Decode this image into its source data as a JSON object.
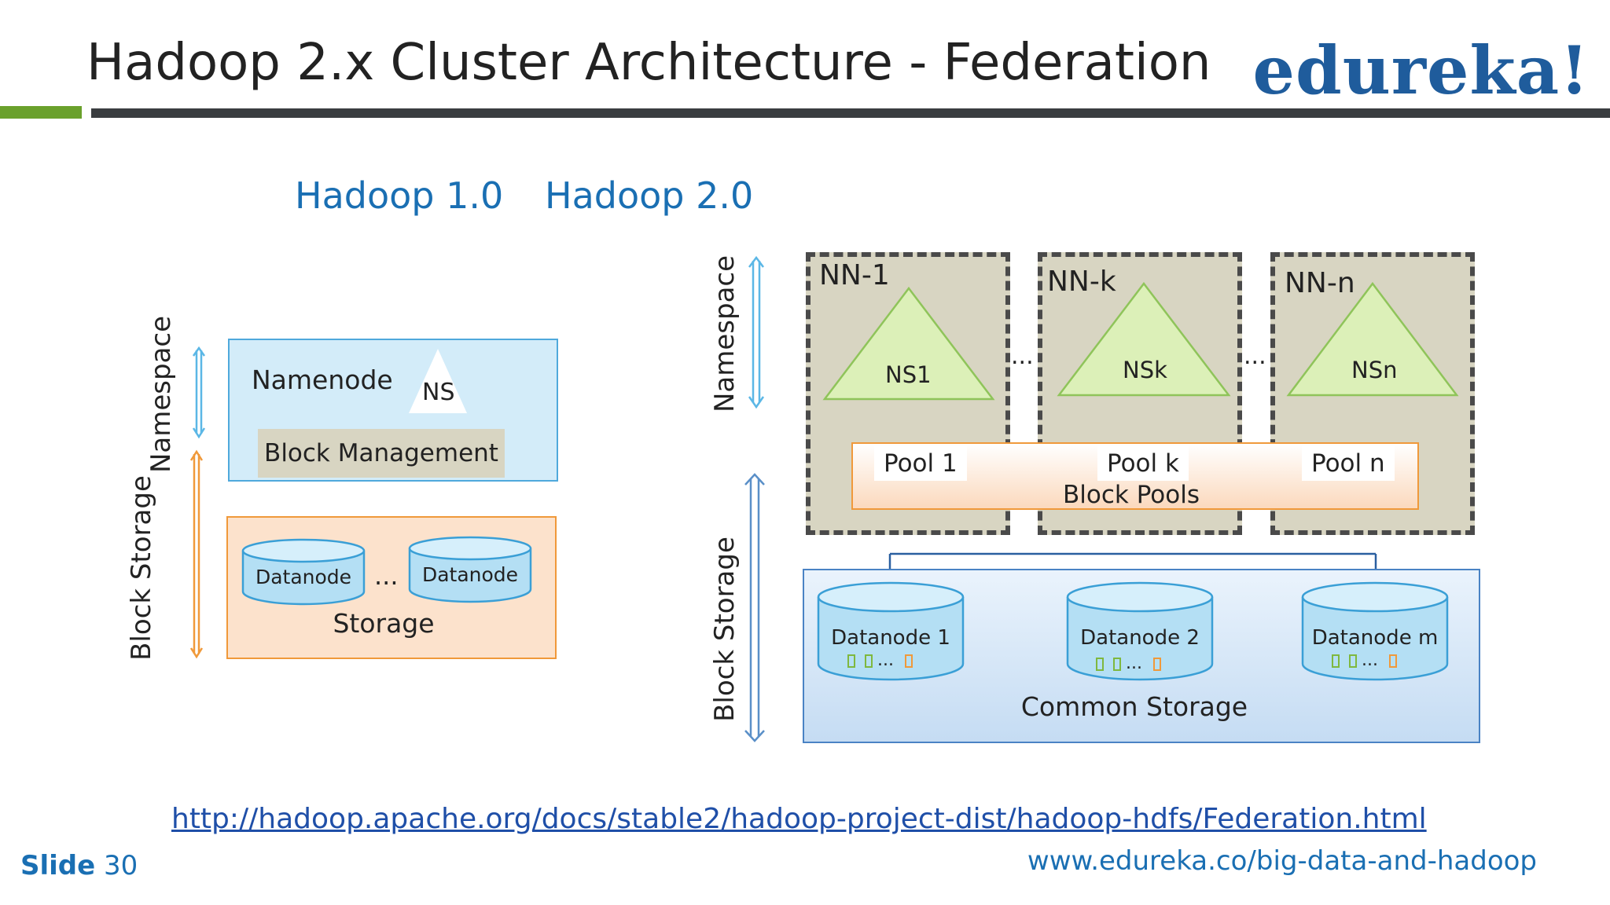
{
  "header": {
    "title": "Hadoop 2.x Cluster Architecture - Federation",
    "logo": "edureka!"
  },
  "versions": {
    "v1": "Hadoop 1.0",
    "v2": "Hadoop 2.0"
  },
  "hadoop1": {
    "axis_namespace": "Namespace",
    "axis_block_storage": "Block Storage",
    "namenode": "Namenode",
    "ns": "NS",
    "block_management": "Block Management",
    "datanode_left": "Datanode",
    "datanode_right": "Datanode",
    "ellipsis": "...",
    "storage": "Storage"
  },
  "hadoop2": {
    "axis_namespace": "Namespace",
    "axis_block_storage": "Block Storage",
    "namenodes": [
      {
        "name": "NN-1",
        "ns": "NS1",
        "pool": "Pool 1"
      },
      {
        "name": "NN-k",
        "ns": "NSk",
        "pool": "Pool k"
      },
      {
        "name": "NN-n",
        "ns": "NSn",
        "pool": "Pool n"
      }
    ],
    "ellipsis": "...",
    "block_pools": "Block Pools",
    "datanodes": [
      {
        "name": "Datanode 1",
        "dots": "..."
      },
      {
        "name": "Datanode 2",
        "dots": "..."
      },
      {
        "name": "Datanode m",
        "dots": "..."
      }
    ],
    "common_storage": "Common Storage"
  },
  "footer": {
    "url": "http://hadoop.apache.org/docs/stable2/hadoop-project-dist/hadoop-hdfs/Federation.html",
    "slide_label": "Slide",
    "slide_number": "30",
    "site": "www.edureka.co/big-data-and-hadoop"
  },
  "colors": {
    "accent_blue": "#1a6fb3",
    "namespace_blue": "#d3ecf9",
    "storage_orange": "#fce2cc",
    "triangle_green": "#dcf0b8",
    "namenode_tan": "#d8d5c2",
    "green_bar": "#6aa12c"
  }
}
